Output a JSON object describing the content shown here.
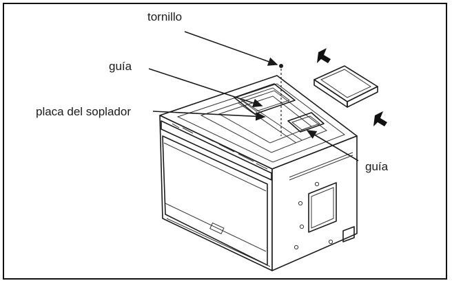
{
  "labels": {
    "tornillo": "tornillo",
    "guia_top": "guía",
    "placa": "placa del soplador",
    "guia_bottom": "guía"
  },
  "colors": {
    "line": "#1b1b1b",
    "background": "#ffffff"
  }
}
